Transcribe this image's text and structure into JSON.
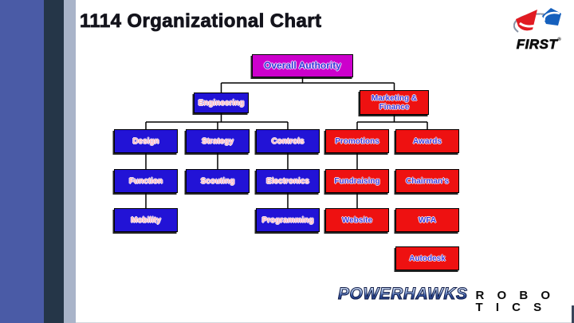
{
  "slide": {
    "title": "1114 Organizational Chart"
  },
  "colors": {
    "root_box": "#cc00cc",
    "blue_box": "#2213d6",
    "red_box": "#ee1111",
    "blue_box_text": "#ffb6c2",
    "red_box_text": "#3d3de0",
    "strip_blue": "#4a5ba6",
    "strip_navy": "#253648",
    "strip_light": "#a9b4c9"
  },
  "org_chart": {
    "root": {
      "label": "Overall Authority"
    },
    "branches": [
      {
        "label": "Engineering"
      },
      {
        "label": "Marketing & Finance"
      }
    ],
    "grid": {
      "rows": [
        [
          {
            "label": "Design",
            "variant": "blue"
          },
          {
            "label": "Strategy",
            "variant": "blue"
          },
          {
            "label": "Controls",
            "variant": "blue"
          },
          {
            "label": "Promotions",
            "variant": "red"
          },
          {
            "label": "Awards",
            "variant": "red"
          }
        ],
        [
          {
            "label": "Function",
            "variant": "blue"
          },
          {
            "label": "Scouting",
            "variant": "blue"
          },
          {
            "label": "Electronics",
            "variant": "blue"
          },
          {
            "label": "Fundraising",
            "variant": "red"
          },
          {
            "label": "Chairman's",
            "variant": "red"
          }
        ],
        [
          {
            "label": "Mobility",
            "variant": "blue"
          },
          null,
          {
            "label": "Programming",
            "variant": "blue"
          },
          {
            "label": "Website",
            "variant": "red"
          },
          {
            "label": "WFA",
            "variant": "red"
          }
        ]
      ],
      "extra": {
        "label": "Autodesk",
        "variant": "red"
      }
    }
  },
  "logos": {
    "first": {
      "label": "FIRST",
      "registered": "®",
      "red": "#e11b22",
      "blue": "#1560bd"
    },
    "powerhawks": {
      "name": "POWERHAWKS",
      "suffix": "R O B O T I C S"
    }
  }
}
